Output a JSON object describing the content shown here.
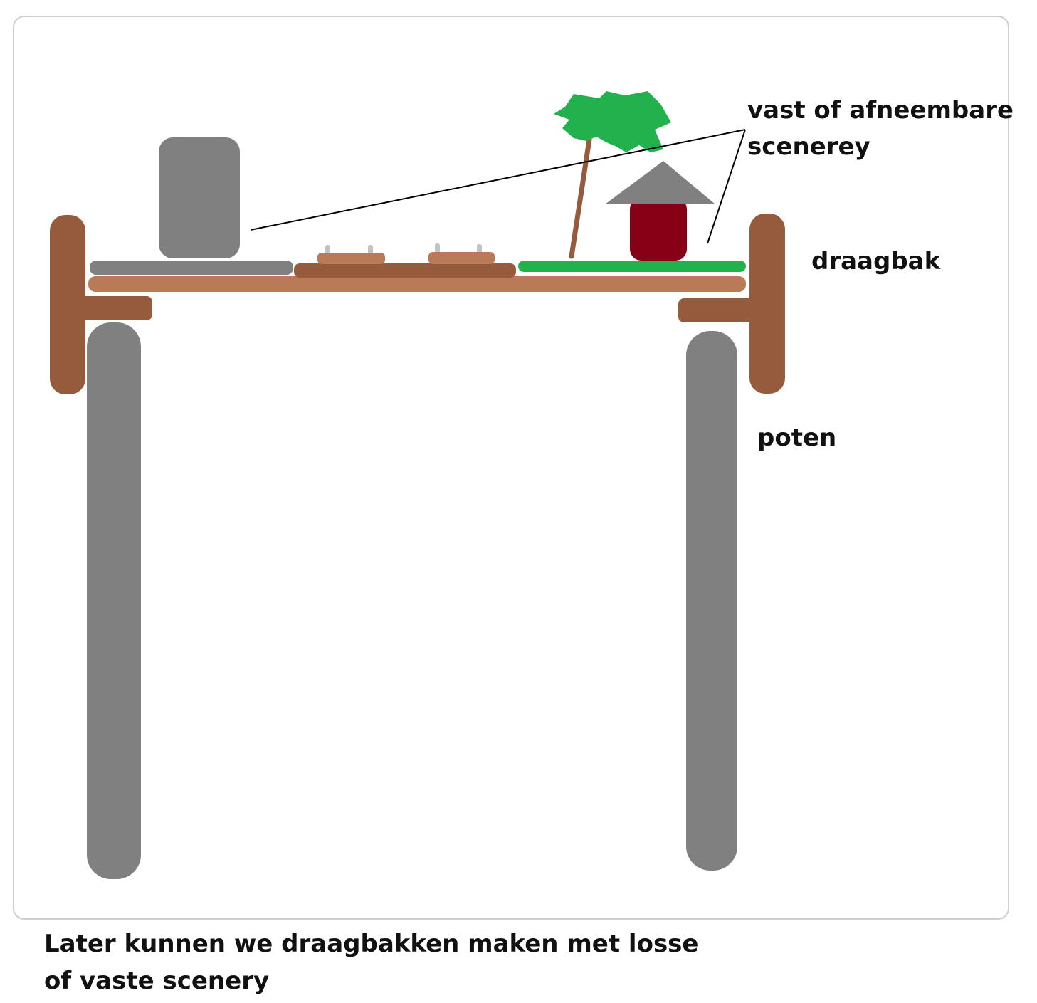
{
  "labels": {
    "scenery_line1": "vast of afneembare",
    "scenery_line2": "scenerey",
    "tray": "draagbak",
    "legs": "poten"
  },
  "caption": {
    "line1": "Later kunnen we draagbakken maken met losse",
    "line2": "of vaste scenery"
  },
  "colors": {
    "grey": "#808080",
    "brown_light": "#b97a57",
    "brown_dark": "#955b3c",
    "green": "#22b14c",
    "house_red": "#880015",
    "pin": "#c3c3c3",
    "line": "#000000",
    "frame": "#cfcfcf"
  }
}
